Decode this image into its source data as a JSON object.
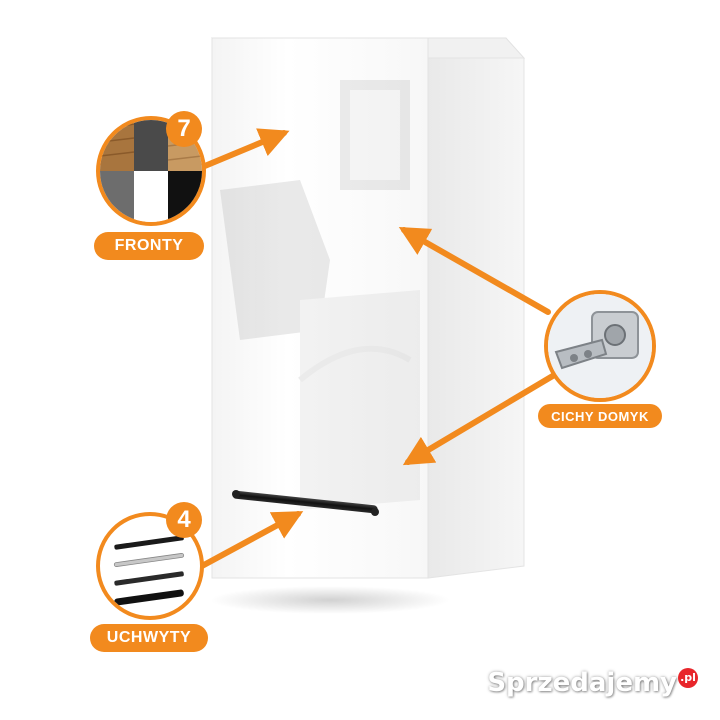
{
  "callouts": {
    "fronty": {
      "count": "7",
      "label": "FRONTY"
    },
    "cichy_domyk": {
      "label": "CICHY DOMYK"
    },
    "uchwyty": {
      "count": "4",
      "label": "UCHWYTY"
    }
  },
  "watermark": {
    "text": "Sprzedajemy",
    "suffix": ".pl"
  },
  "colors": {
    "accent": "#f28a1e",
    "cabinet": "#ffffff",
    "handle": "#1a1a1a",
    "watermark_badge": "#e8262b"
  },
  "icons": [
    "swatch-grid-icon",
    "hinge-icon",
    "handle-set-icon",
    "arrow-icon"
  ]
}
